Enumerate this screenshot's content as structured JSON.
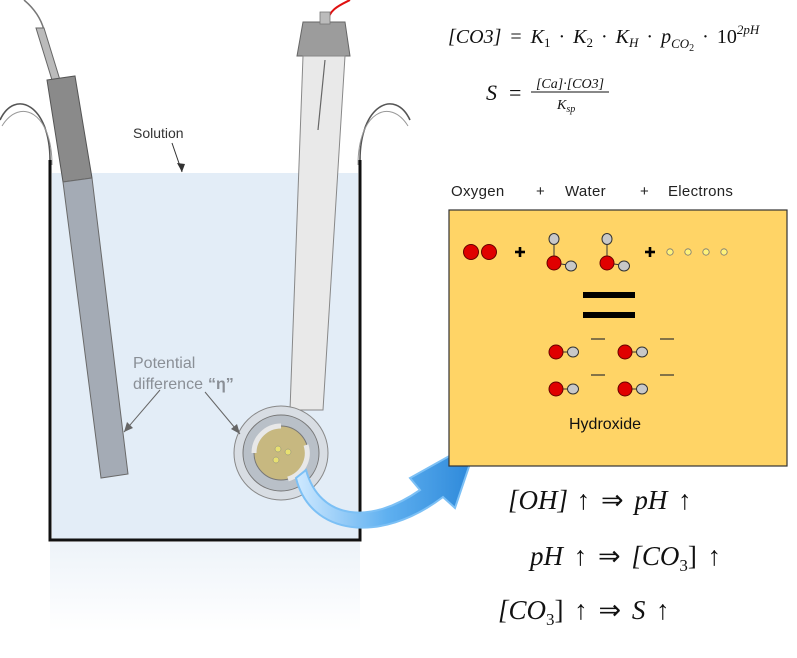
{
  "labels": {
    "solution": "Solution",
    "potential_line1": "Potential",
    "potential_line2": "difference",
    "potential_symbol": "“η”",
    "oxygen": "Oxygen",
    "plus1": "+",
    "water": "Water",
    "plus2": "+",
    "electrons": "Electrons",
    "hydroxide": "Hydroxide"
  },
  "equations": {
    "eq1": {
      "lhs": "[CO3]",
      "eq": "=",
      "k1": "K",
      "k1_sub": "1",
      "k2": "K",
      "k2_sub": "2",
      "kh": "K",
      "kh_sub": "H",
      "p": "p",
      "p_sub": "CO",
      "p_sub2": "2",
      "ten": "10",
      "exp": "2pH",
      "dot": "·"
    },
    "eq2": {
      "lhs": "S",
      "eq": "=",
      "numerator": "[Ca]·[CO3]",
      "denominator_main": "K",
      "denominator_sub": "sp"
    },
    "eq3": {
      "left": "[OH]",
      "up1": "↑",
      "arrow": "⇒",
      "right": "pH",
      "up2": "↑"
    },
    "eq4": {
      "left": "pH",
      "up1": "↑",
      "arrow": "⇒",
      "right": "[CO",
      "right_sub": "3",
      "right_close": "]",
      "up2": "↑"
    },
    "eq5": {
      "left": "[CO",
      "left_sub": "3",
      "left_close": "]",
      "up1": "↑",
      "arrow": "⇒",
      "right": "S",
      "up2": "↑"
    }
  },
  "colors": {
    "yellow_box": "#FFD466",
    "solution": "#E3EDF7",
    "oxygen_red": "#E00000",
    "hydrogen_grey": "#C8C8C8",
    "arrow_blue": "#3A9BE8",
    "wire_red": "#E01010"
  }
}
